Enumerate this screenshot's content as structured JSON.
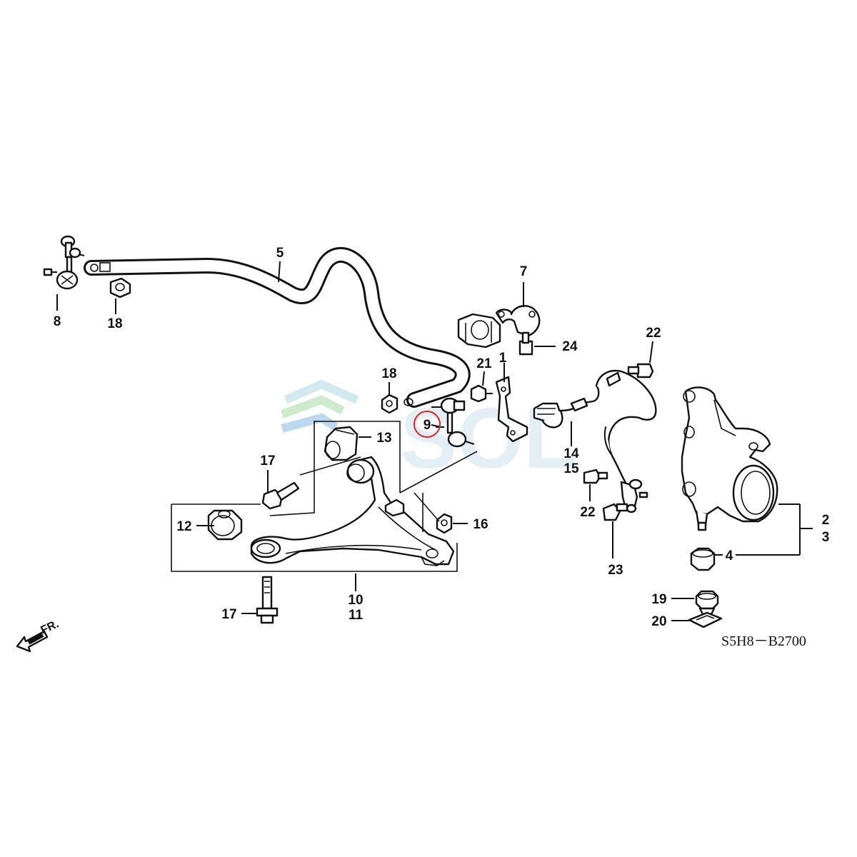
{
  "diagram": {
    "callouts": {
      "c1": "1",
      "c2": "2",
      "c3": "3",
      "c4": "4",
      "c5": "5",
      "c7": "7",
      "c8": "8",
      "c9": "9",
      "c10": "10",
      "c11": "11",
      "c12": "12",
      "c13": "13",
      "c14": "14",
      "c15": "15",
      "c16": "16",
      "c17a": "17",
      "c17b": "17",
      "c18a": "18",
      "c18b": "18",
      "c19": "19",
      "c20": "20",
      "c21": "21",
      "c22a": "22",
      "c22b": "22",
      "c23": "23",
      "c24": "24"
    },
    "direction_label": "FR.",
    "diagram_code": "S5H8－B2700",
    "watermark": "SOL",
    "highlight_color": "#e02020",
    "watermark_color": "#cfe3ee"
  }
}
